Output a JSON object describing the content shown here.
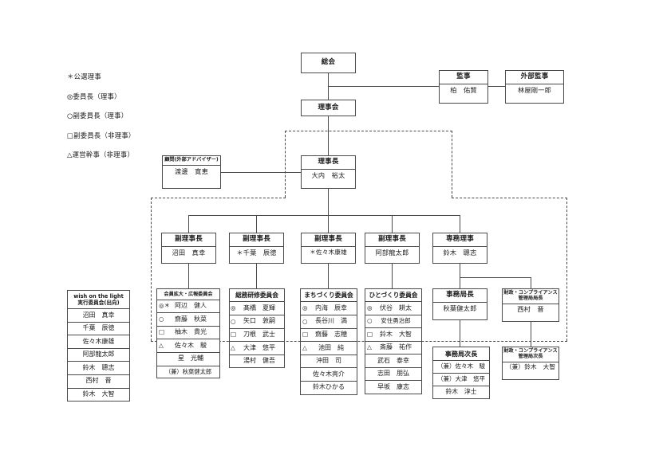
{
  "legend": {
    "items": [
      "＊公選理事",
      "◎委員長（理事）",
      "○副委員長（理事）",
      "□副委員長（非理事）",
      "△運営幹事（非理事）"
    ]
  },
  "top": {
    "general_assembly": {
      "title": "総会"
    },
    "board": {
      "title": "理事会"
    },
    "auditor": {
      "title": "監事",
      "name": "柏　佑賢"
    },
    "external_auditor": {
      "title": "外部監事",
      "name": "林屋剛一郎"
    },
    "advisor": {
      "title": "顧問(外部アドバイザー)",
      "name": "渡邊　寛恵"
    },
    "chairman": {
      "title": "理事長",
      "name": "大内　裕太"
    }
  },
  "executives": [
    {
      "title": "副理事長",
      "name": "沼田　真幸"
    },
    {
      "title": "副理事長",
      "name": "＊千葉　辰徳"
    },
    {
      "title": "副理事長",
      "name": "＊佐々木康雄"
    },
    {
      "title": "副理事長",
      "name": "阿部龍太郎"
    },
    {
      "title": "専務理事",
      "name": "鈴木　聰志"
    }
  ],
  "side_box": {
    "title_line1": "wish on the light",
    "title_line2": "実行委員会(出向)",
    "members": [
      "沼田　真幸",
      "千葉　辰徳",
      "佐々木康雄",
      "阿部龍太郎",
      "鈴木　聰志",
      "西村　晋",
      "鈴木　大智"
    ]
  },
  "committees": [
    {
      "title": "会員拡大・広報委員会",
      "members": [
        {
          "mark": "◎＊",
          "name": "阿辺　健人"
        },
        {
          "mark": "○",
          "name": "齋藤　秋菜"
        },
        {
          "mark": "□",
          "name": "柚木　貴光"
        },
        {
          "mark": "△",
          "name": "佐々木　駿"
        },
        {
          "mark": "",
          "name": "星　光輔"
        },
        {
          "mark": "",
          "name": "（兼）秋葉健太郎"
        }
      ]
    },
    {
      "title": "総務研修委員会",
      "members": [
        {
          "mark": "◎",
          "name": "髙橋　夏輝"
        },
        {
          "mark": "○",
          "name": "矢口　敦嗣"
        },
        {
          "mark": "□",
          "name": "刀根　武士"
        },
        {
          "mark": "△",
          "name": "大津　悠平"
        },
        {
          "mark": "",
          "name": "湯村　健吾"
        }
      ]
    },
    {
      "title": "まちづくり委員会",
      "members": [
        {
          "mark": "◎",
          "name": "内海　辰幸"
        },
        {
          "mark": "○",
          "name": "長谷川　満"
        },
        {
          "mark": "□",
          "name": "齋藤　志穂"
        },
        {
          "mark": "△",
          "name": "池田　純"
        },
        {
          "mark": "",
          "name": "沖田　司"
        },
        {
          "mark": "",
          "name": "佐々木亮介"
        },
        {
          "mark": "",
          "name": "鈴木ひかる"
        }
      ]
    },
    {
      "title": "ひとづくり委員会",
      "members": [
        {
          "mark": "◎",
          "name": "伏谷　耕太"
        },
        {
          "mark": "○",
          "name": "安住勇治郎"
        },
        {
          "mark": "□",
          "name": "鈴木　大智"
        },
        {
          "mark": "△",
          "name": "斎藤　祐作"
        },
        {
          "mark": "",
          "name": "武石　泰幸"
        },
        {
          "mark": "",
          "name": "志田　朋弘"
        },
        {
          "mark": "",
          "name": "早坂　康志"
        }
      ]
    }
  ],
  "secretariat": {
    "chief": {
      "title": "事務局長",
      "name": "秋葉健太郎"
    },
    "deputy": {
      "title": "事務局次長",
      "members": [
        "（兼）佐々木　駿",
        "（兼）大津　悠平",
        "鈴木　淳士"
      ]
    }
  },
  "compliance": {
    "chief": {
      "title_line1": "財政・コンプライアンス",
      "title_line2": "管理局局長",
      "name": "西村　晋"
    },
    "deputy": {
      "title_line1": "財政・コンプライアンス",
      "title_line2": "管理局次長",
      "name": "（兼）鈴木　大智"
    }
  }
}
